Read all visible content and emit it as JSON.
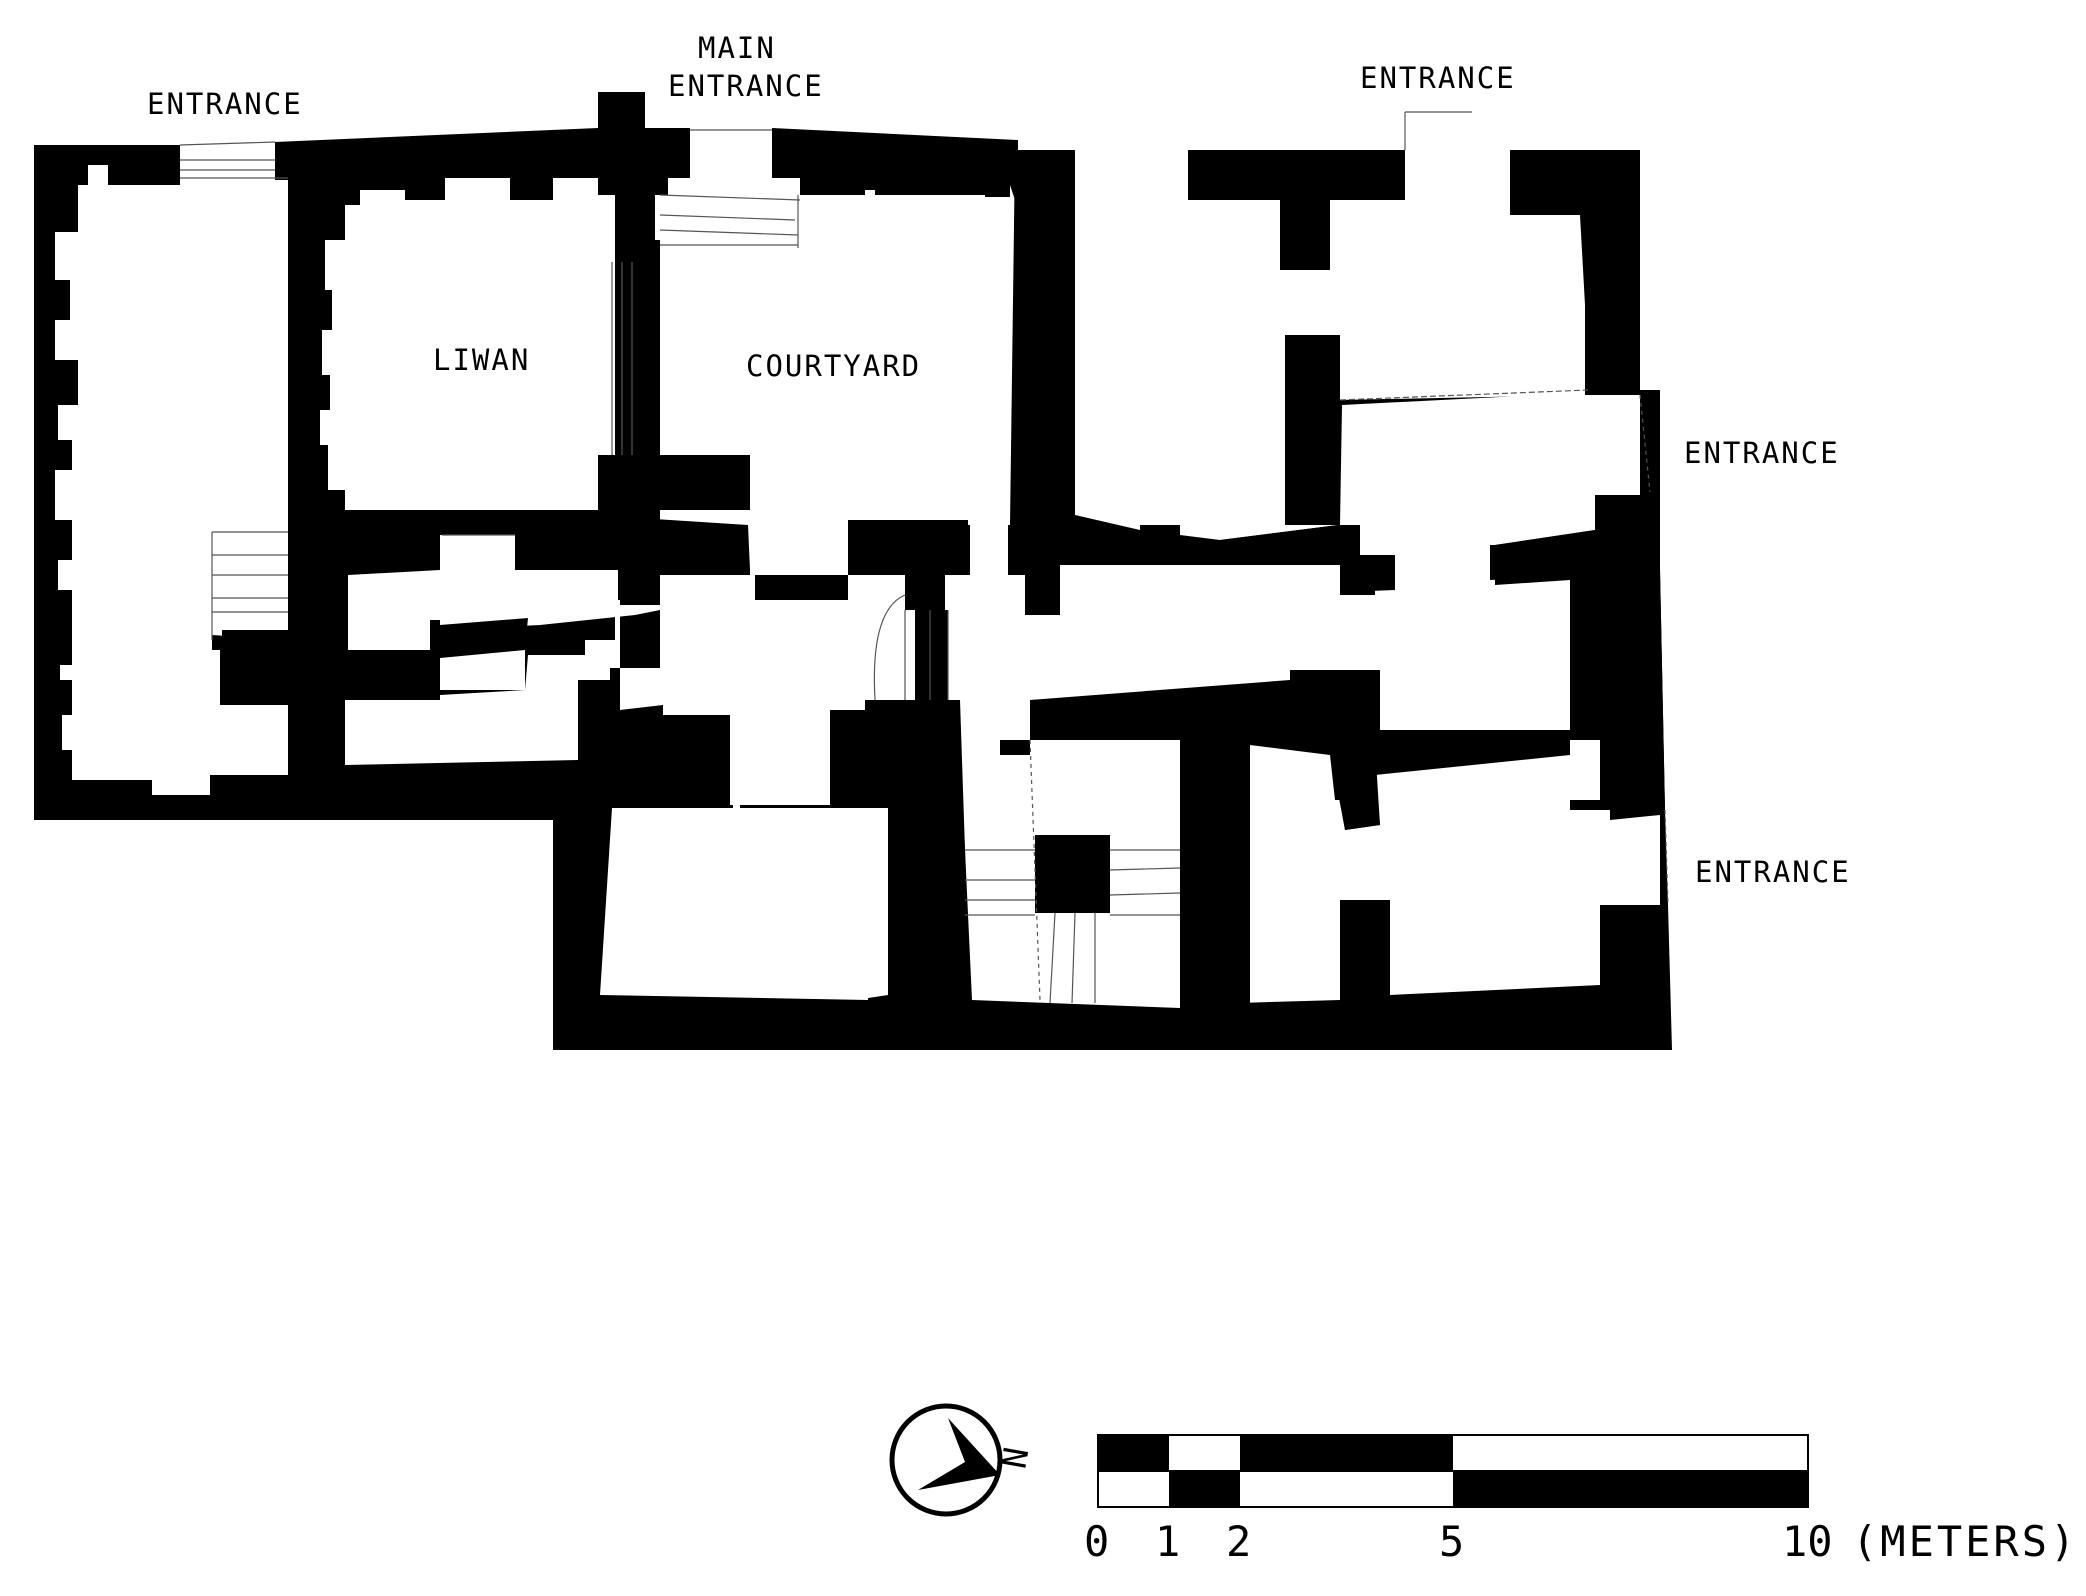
{
  "labels": {
    "entrance_nw": "ENTRANCE",
    "main_entrance_line1": "MAIN",
    "main_entrance_line2": "ENTRANCE",
    "entrance_ne": "ENTRANCE",
    "entrance_e1": "ENTRANCE",
    "entrance_e2": "ENTRANCE",
    "liwan": "LIWAN",
    "courtyard": "COURTYARD"
  },
  "north_arrow": {
    "letter": "N"
  },
  "scale_bar": {
    "ticks": [
      "0",
      "1",
      "2",
      "5",
      "10"
    ],
    "unit": "(METERS)"
  },
  "colors": {
    "wall": "#000000",
    "background": "#ffffff"
  }
}
